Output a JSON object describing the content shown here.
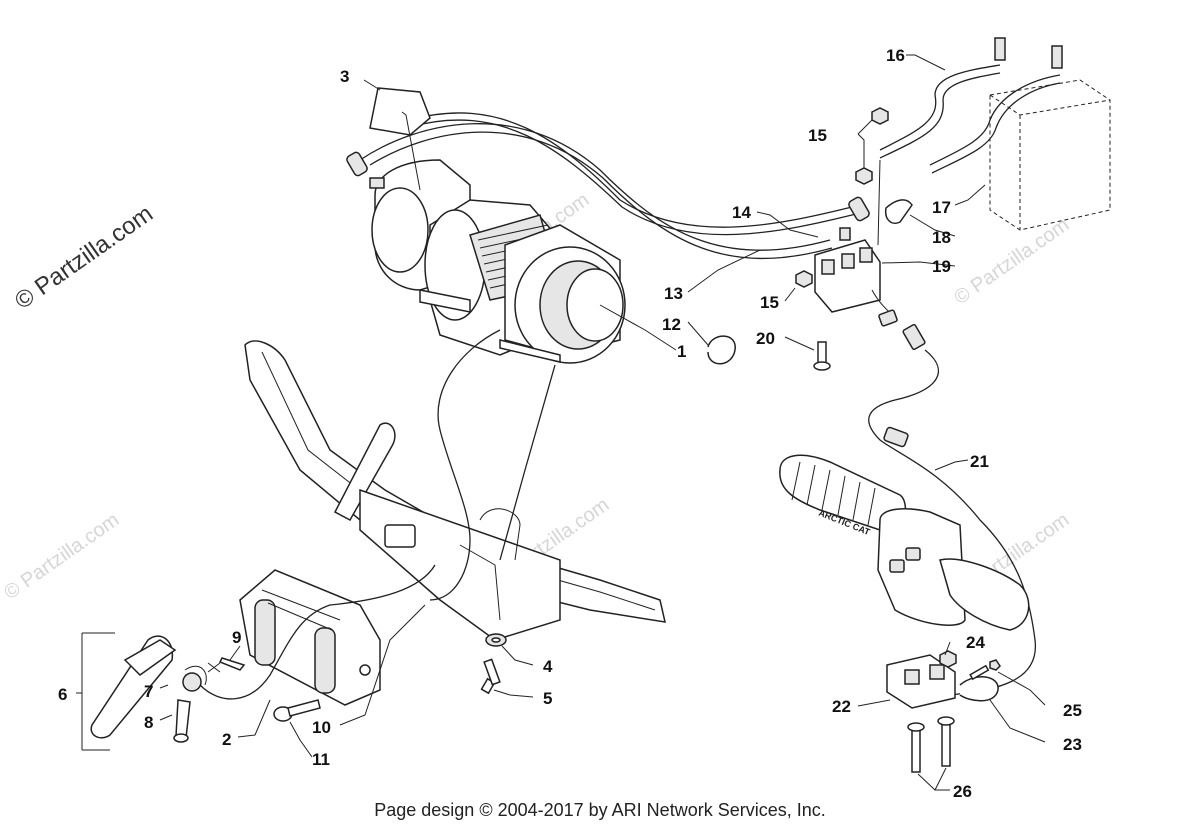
{
  "watermark": {
    "main": "© Partzilla.com",
    "faint": "© Partzilla.com"
  },
  "callouts": {
    "c1": "1",
    "c2": "2",
    "c3": "3",
    "c4": "4",
    "c5": "5",
    "c6": "6",
    "c7": "7",
    "c8": "8",
    "c9": "9",
    "c10": "10",
    "c11": "11",
    "c12": "12",
    "c13": "13",
    "c14": "14",
    "c15a": "15",
    "c15b": "15",
    "c16": "16",
    "c17": "17",
    "c18": "18",
    "c19": "19",
    "c20": "20",
    "c21": "21",
    "c22": "22",
    "c23": "23",
    "c24": "24",
    "c25": "25",
    "c26": "26"
  },
  "labels": {
    "handlebar_brand": "ARCTIC CAT"
  },
  "footer": "Page design © 2004-2017 by ARI Network Services, Inc."
}
